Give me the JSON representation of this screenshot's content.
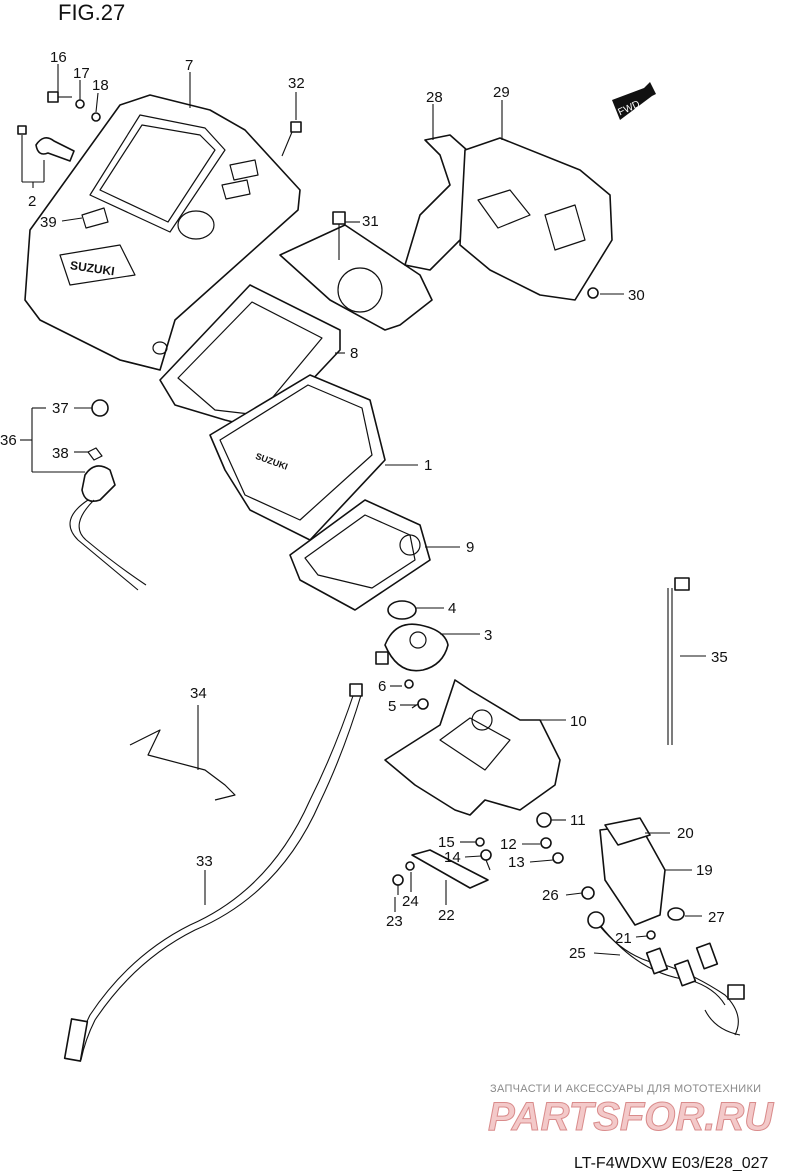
{
  "figure": {
    "title": "FIG.27",
    "model_code": "LT-F4WDXW E03/E28_027",
    "fwd_badge": "FWD"
  },
  "watermark": {
    "tagline": "ЗАПЧАСТИ И АКСЕССУАРЫ ДЛЯ МОТОТЕХНИКИ",
    "logo": "PARTSFOR.RU"
  },
  "part_numbers": [
    "1",
    "2",
    "3",
    "4",
    "5",
    "6",
    "7",
    "8",
    "9",
    "10",
    "11",
    "12",
    "13",
    "14",
    "15",
    "16",
    "17",
    "18",
    "19",
    "20",
    "21",
    "22",
    "23",
    "24",
    "25",
    "26",
    "27",
    "28",
    "29",
    "30",
    "31",
    "32",
    "33",
    "34",
    "35",
    "36",
    "37",
    "38",
    "39"
  ]
}
